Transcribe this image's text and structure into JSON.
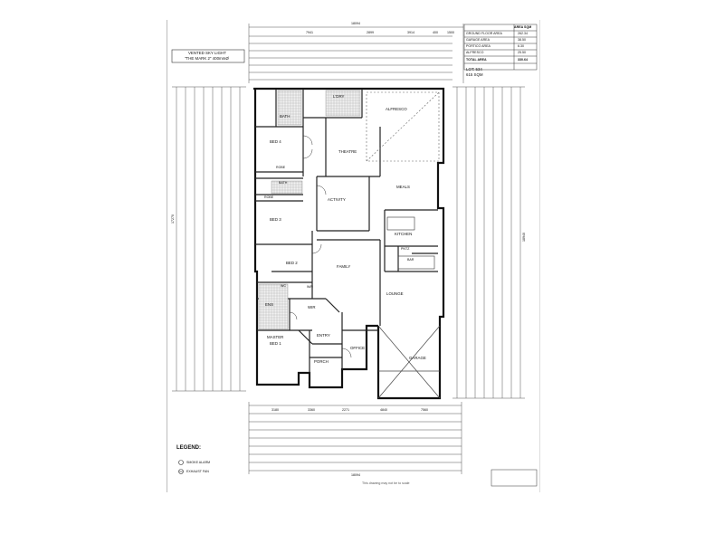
{
  "title_block": {
    "skylight_line1": "VENTED SKY LIGHT",
    "skylight_line2": "\"THE MARK 2\" 400mmØ"
  },
  "area_table": {
    "header": "AREA SQM",
    "rows": [
      {
        "label": "GROUND FLOOR AREA",
        "value": "262.34"
      },
      {
        "label": "GARAGE AREA",
        "value": "38.50"
      },
      {
        "label": "PORTICO AREA",
        "value": "6.30"
      },
      {
        "label": "ALFRESCO",
        "value": "25.50"
      }
    ],
    "total_label": "TOTAL AREA",
    "total_value": "330.64"
  },
  "lot": {
    "lot_label": "LOT: 534",
    "lot_area": "615 SQM"
  },
  "rooms": {
    "lndry": "L'DRY",
    "alfresco": "ALFRESCO",
    "bath_top": "BATH",
    "bed4": "BED 4",
    "theatre": "THEATRE",
    "robe_top": "ROBE",
    "bath_mid": "BATH",
    "robe_mid": "ROBE",
    "activity": "ACTIVITY",
    "meals": "MEALS",
    "bed3": "BED 3",
    "kitchen": "KITCHEN",
    "pntz": "PNTZ",
    "bar": "BAR",
    "bed2": "BED 2",
    "family": "FAMILY",
    "wc": "WC",
    "wir_top": "W/R",
    "lounge": "LOUNGE",
    "ens": "ENS",
    "wir": "WIR",
    "master_bed": "MASTER",
    "master_bed2": "BED 1",
    "entry": "ENTRY",
    "office": "OFFICE",
    "garage": "GARAGE",
    "porch": "PORCH"
  },
  "dimensions": {
    "overall_top": "18094",
    "overall_bottom": "18094",
    "top_row": [
      "7941",
      "2899",
      "3914",
      "400",
      "1500"
    ],
    "bottom_row": [
      "3180",
      "3360",
      "2271",
      "4840",
      "7560"
    ],
    "left_overall": "17270",
    "right_overall": "18940"
  },
  "legend": {
    "title": "LEGEND:",
    "smoke_alarm": "SMOKE ALARM",
    "exhaust_fan": "EXHAUST FAN"
  },
  "footer_note": "This drawing may not be to scale"
}
